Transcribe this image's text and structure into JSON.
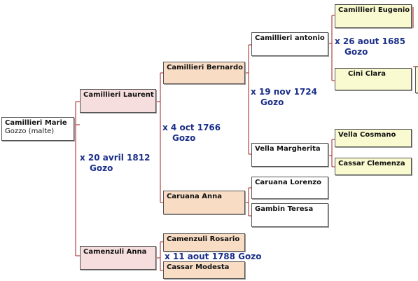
{
  "people": {
    "root": {
      "name": "Camillieri Marie",
      "place": "Gozzo (malte)"
    },
    "father": {
      "name": "Camillieri Laurent"
    },
    "mother": {
      "name": "Camenzuli Anna"
    },
    "ff": {
      "name": "Camillieri Bernardo"
    },
    "fm": {
      "name": "Caruana Anna"
    },
    "mf": {
      "name": "Camenzuli Rosario"
    },
    "mm": {
      "name": "Cassar Modesta"
    },
    "fff": {
      "name": "Camillieri antonio"
    },
    "ffm": {
      "name": "Vella Margherita"
    },
    "fmf": {
      "name": "Caruana Lorenzo"
    },
    "fmm": {
      "name": "Gambin Teresa"
    },
    "ffff": {
      "name": "Camillieri Eugenio"
    },
    "fffm": {
      "name": "Cini Clara"
    },
    "ffmf": {
      "name": "Vella Cosmano"
    },
    "ffmm": {
      "name": "Cassar Clemenza"
    }
  },
  "marriages": {
    "m1": {
      "date": "x 20 avril 1812",
      "place": "Gozo"
    },
    "m2": {
      "date": "x 4 oct 1766",
      "place": "Gozo"
    },
    "m3": {
      "date": "x 11 aout 1788  Gozo"
    },
    "m4": {
      "date": "x 19 nov 1724",
      "place": "Gozo"
    },
    "m5": {
      "date": "x 26 aout 1685",
      "place": "Gozo"
    }
  },
  "colors": {
    "pink": "#f6dede",
    "peach": "#f8dcc4",
    "cream": "#fafad0",
    "white": "#ffffff",
    "connector": "#a51d1d",
    "marriage_text": "#1b2f8a"
  }
}
